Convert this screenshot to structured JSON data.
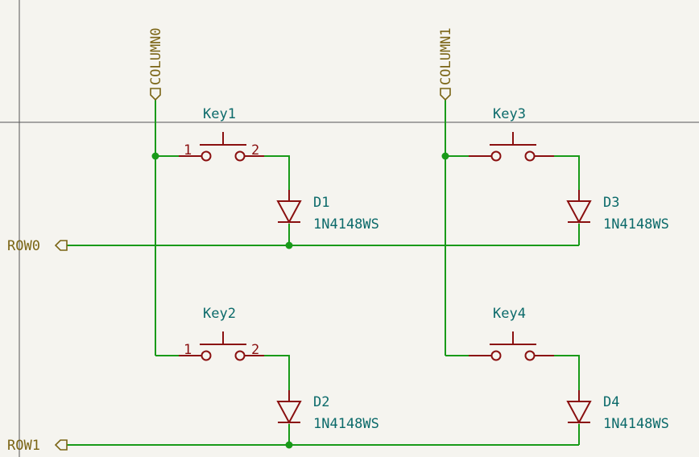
{
  "colors": {
    "background": "#f5f4ef",
    "wire": "#199a19",
    "junction": "#199a19",
    "component": "#8a1010",
    "reference": "#0b6a6a",
    "value": "#0b6a6a",
    "net_label": "#7a6414",
    "cursor": "#444444"
  },
  "net_labels": {
    "column0": "COLUMN0",
    "column1": "COLUMN1",
    "row0": "ROW0",
    "row1": "ROW1"
  },
  "switches": [
    {
      "ref": "Key1",
      "pin1": "1",
      "pin2": "2"
    },
    {
      "ref": "Key2",
      "pin1": "1",
      "pin2": "2"
    },
    {
      "ref": "Key3",
      "pin1": "",
      "pin2": ""
    },
    {
      "ref": "Key4",
      "pin1": "",
      "pin2": ""
    }
  ],
  "diodes": [
    {
      "ref": "D1",
      "value": "1N4148WS"
    },
    {
      "ref": "D2",
      "value": "1N4148WS"
    },
    {
      "ref": "D3",
      "value": "1N4148WS"
    },
    {
      "ref": "D4",
      "value": "1N4148WS"
    }
  ]
}
